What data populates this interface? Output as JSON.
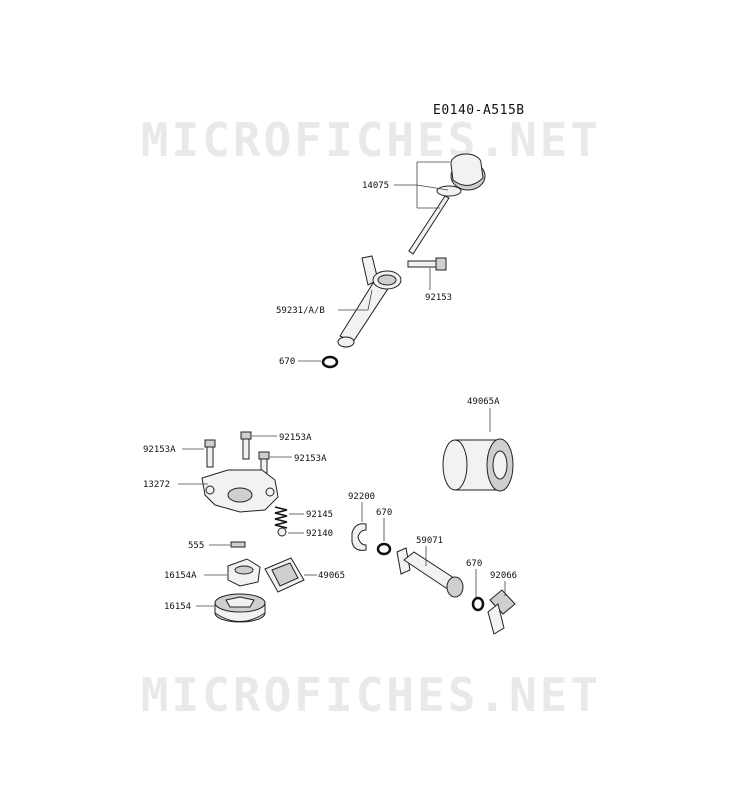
{
  "diagram_code": "E0140-A515B",
  "watermark": "MICROFICHES.NET",
  "parts": {
    "p14075": "14075",
    "p92153": "92153",
    "p59231": "59231/A/B",
    "p670_top": "670",
    "p49065A": "49065A",
    "p92153A_1": "92153A",
    "p92153A_2": "92153A",
    "p92153A_3": "92153A",
    "p13272": "13272",
    "p92145": "92145",
    "p92140": "92140",
    "p92200": "92200",
    "p670_mid": "670",
    "p59071": "59071",
    "p670_low": "670",
    "p92066": "92066",
    "p555": "555",
    "p16154A": "16154A",
    "p49065": "49065",
    "p16154": "16154"
  }
}
